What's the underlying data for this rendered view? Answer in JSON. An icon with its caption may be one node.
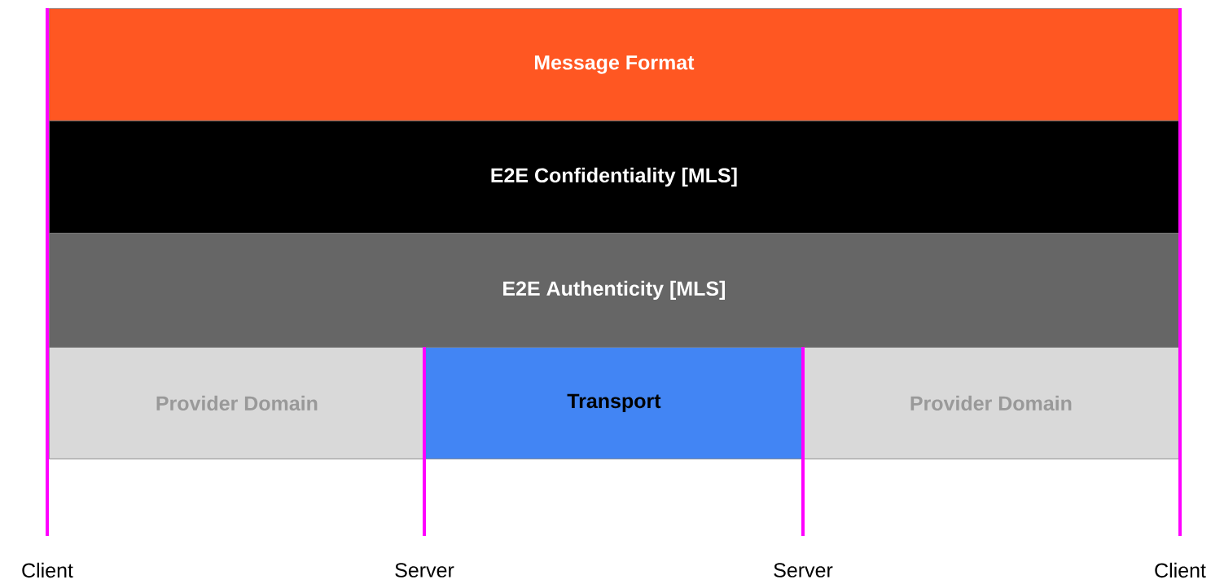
{
  "diagram": {
    "nodes": [
      {
        "text": [
          "Message Format"
        ]
      },
      {
        "text": [
          "E2E Confidentiality [MLS]"
        ]
      },
      {
        "text": [
          "E2E Authenticity [MLS]"
        ]
      },
      {
        "text": [
          "Provider Domain"
        ]
      },
      {
        "text": [
          "Transport"
        ]
      },
      {
        "text": [
          "Provider Domain"
        ]
      }
    ],
    "labels": [
      "Client",
      "Server",
      "Server",
      "Client"
    ]
  }
}
